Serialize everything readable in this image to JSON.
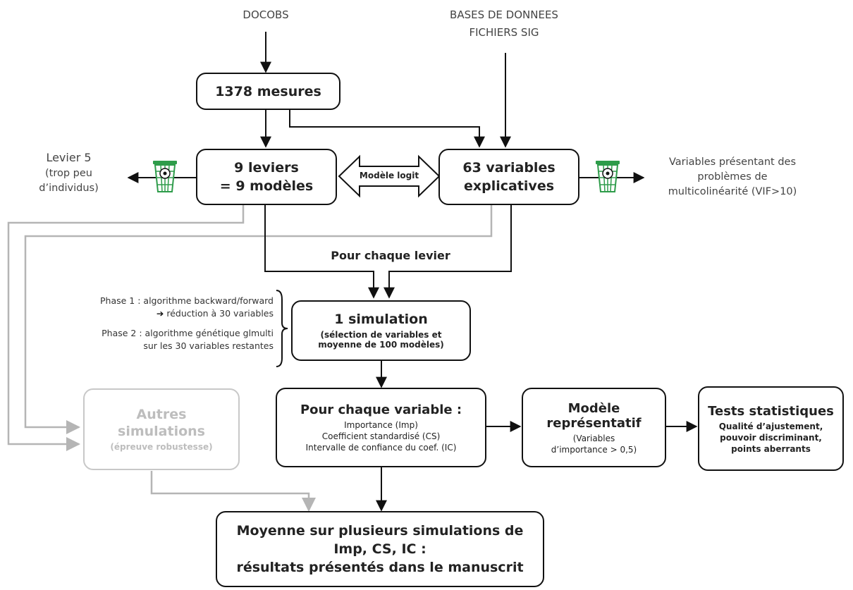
{
  "sources": {
    "docobs": "DOCOBS",
    "bases_line1": "BASES DE DONNEES",
    "bases_line2": "FICHIERS SIG"
  },
  "boxes": {
    "mesures": "1378 mesures",
    "leviers_line1": "9 leviers",
    "leviers_line2": "= 9 modèles",
    "logit": "Modèle logit",
    "variables_line1": "63 variables",
    "variables_line2": "explicatives",
    "pour_chaque_levier": "Pour chaque levier",
    "simulation_title": "1 simulation",
    "simulation_line1": "(sélection de variables et",
    "simulation_line2": "moyenne de 100 modèles)",
    "autres_line1": "Autres",
    "autres_line2": "simulations",
    "autres_line3": "(épreuve robustesse)",
    "pcv_title": "Pour chaque variable :",
    "pcv_line1": "Importance (Imp)",
    "pcv_line2": "Coefficient standardisé (CS)",
    "pcv_line3": "Intervalle de confiance du coef. (IC)",
    "modele_line1": "Modèle",
    "modele_line2": "représentatif",
    "modele_line3": "(Variables",
    "modele_line4": "d’importance > 0,5)",
    "tests_title": "Tests statistiques",
    "tests_line1": "Qualité d’ajustement,",
    "tests_line2": "pouvoir discriminant,",
    "tests_line3": "points aberrants",
    "moyenne_line1": "Moyenne sur plusieurs simulations de",
    "moyenne_line2": "Imp, CS, IC :",
    "moyenne_line3": "résultats présentés dans le manuscrit"
  },
  "side": {
    "levier5_line1": "Levier 5",
    "levier5_line2": "(trop peu",
    "levier5_line3": "d’individus)",
    "multi_line1": "Variables présentant des",
    "multi_line2": "problèmes de",
    "multi_line3": "multicolinéarité (VIF>10)"
  },
  "phases": {
    "phase1_line1": "Phase 1 : algorithme backward/forward",
    "phase1_arrow": "➔",
    "phase1_line2": "réduction à 30 variables",
    "phase2_line1": "Phase 2 : algorithme génétique glmulti",
    "phase2_line2": "sur les 30 variables restantes"
  },
  "colors": {
    "line": "#111111",
    "gray_line": "#b5b5b5",
    "trash_green": "#2e9c4a"
  },
  "icons": {
    "trash_left": "trash-bin-icon",
    "trash_right": "trash-bin-icon"
  }
}
